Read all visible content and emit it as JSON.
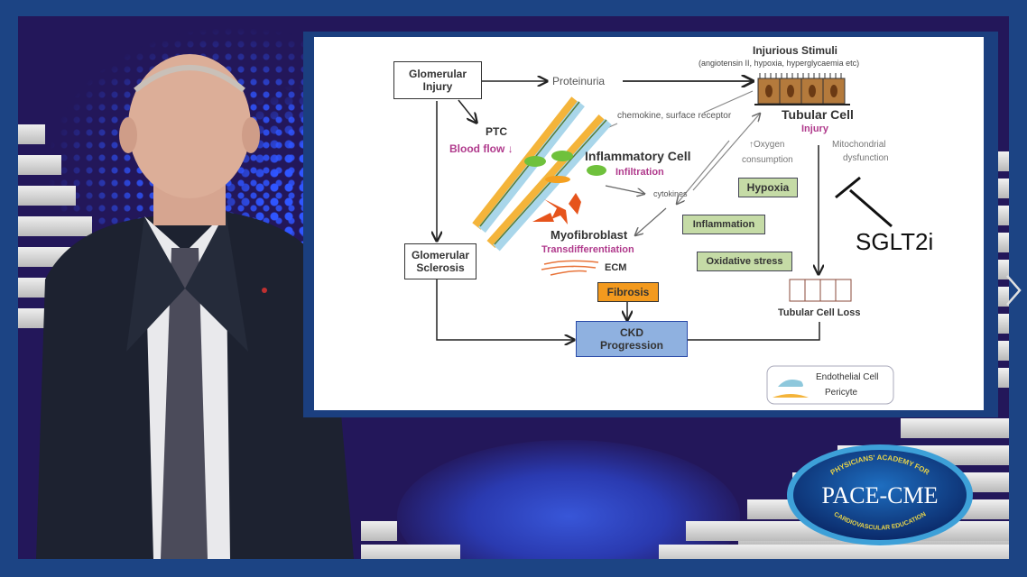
{
  "slide": {
    "diagram": {
      "glomerular_injury": "Glomerular Injury",
      "proteinuria": "Proteinuria",
      "injurious_stimuli_title": "Injurious Stimuli",
      "injurious_stimuli_sub": "(angiotensin II, hypoxia, hyperglycaemia etc)",
      "ptc": "PTC",
      "blood_flow": "Blood flow ↓",
      "chemokine": "chemokine, surface receptor",
      "tubular_cell": "Tubular Cell",
      "tubular_injury": "Injury",
      "inflammatory_cell": "Inflammatory Cell",
      "infiltration": "Infiltration",
      "oxygen": "↑Oxygen",
      "consumption": "consumption",
      "mito1": "Mitochondrial",
      "mito2": "dysfunction",
      "cytokines": "cytokines",
      "hypoxia": "Hypoxia",
      "inflammation": "Inflammation",
      "oxidative_stress": "Oxidative stress",
      "sglt2i": "SGLT2i",
      "myofibroblast": "Myofibroblast",
      "transdiff": "Transdifferentiation",
      "ecm": "ECM",
      "fibrosis": "Fibrosis",
      "glomerular_sclerosis": "Glomerular Sclerosis",
      "ckd_progression": "CKD Progression",
      "tubular_cell_loss": "Tubular Cell Loss",
      "legend_endothelial": "Endothelial Cell",
      "legend_pericyte": "Pericyte"
    },
    "colors": {
      "magenta": "#b03a8c",
      "green_box": "#c5dba6",
      "orange_box": "#f39a1e",
      "ckd_box": "#8fb1e0",
      "tubular_cell": "#b47a3c"
    }
  },
  "logo": {
    "top_arc": "PHYSICIANS' ACADEMY FOR",
    "main": "PACE-CME",
    "bottom_arc": "CARDIOVASCULAR EDUCATION"
  },
  "nav": {
    "next_icon": "chevron-right-icon"
  }
}
